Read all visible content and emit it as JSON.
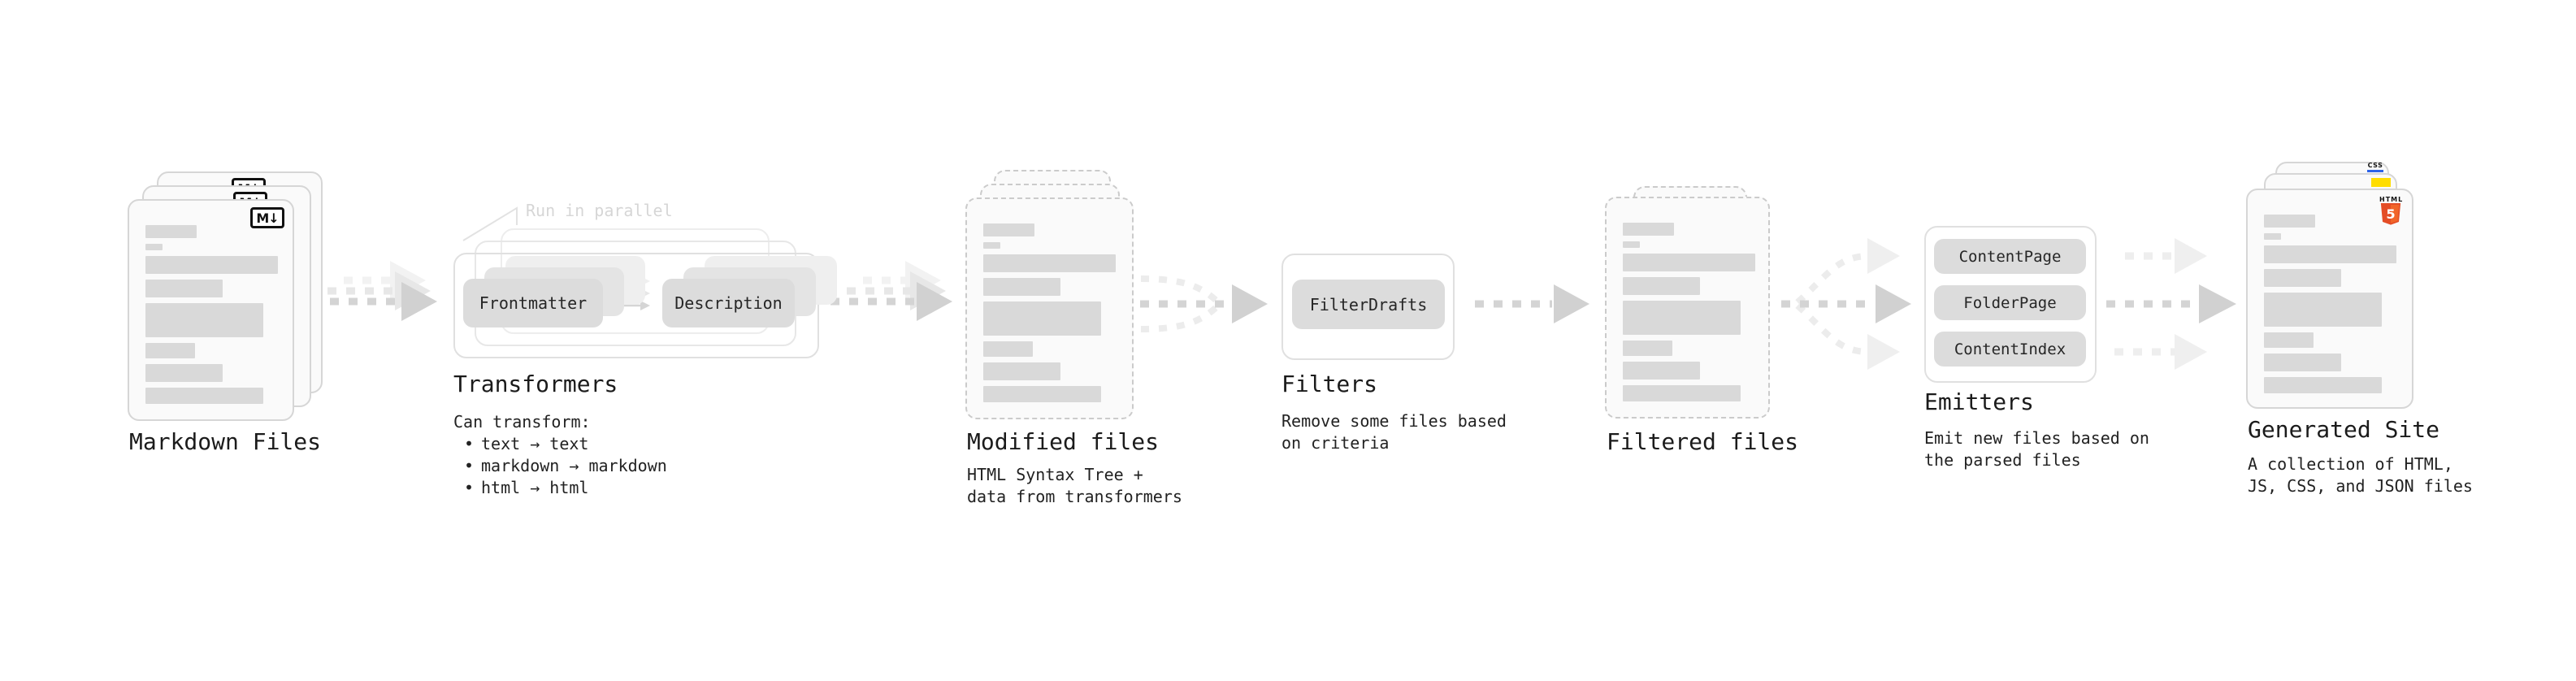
{
  "diagram": {
    "bullet_marker": "•",
    "colors": {
      "arrow_dark": "#d4d4d4",
      "arrow_light": "#ececec",
      "bar_fill": "#d9d9d9",
      "html5_orange": "#e44d26",
      "html5_orange_light": "#f16529",
      "js_yellow": "#ffdd00",
      "css_blue": "#2d63e8"
    },
    "stages": {
      "markdown": {
        "title": "Markdown Files",
        "badge": "M↓"
      },
      "transformers": {
        "title": "Transformers",
        "annotation": "Run in parallel",
        "source_node": "Frontmatter",
        "target_node": "Description",
        "caption": "Can transform:",
        "bullets": [
          "text → text",
          "markdown → markdown",
          "html → html"
        ]
      },
      "modified": {
        "title": "Modified files",
        "lines": [
          "HTML Syntax Tree +",
          "data from transformers"
        ]
      },
      "filters": {
        "title": "Filters",
        "node": "FilterDrafts",
        "lines": [
          "Remove some files based",
          "on criteria"
        ]
      },
      "filtered": {
        "title": "Filtered files"
      },
      "emitters": {
        "title": "Emitters",
        "nodes": [
          "ContentPage",
          "FolderPage",
          "ContentIndex"
        ],
        "lines": [
          "Emit new files based on",
          "the parsed files"
        ]
      },
      "generated": {
        "title": "Generated Site",
        "lines": [
          "A collection of HTML,",
          "JS, CSS, and JSON files"
        ],
        "css_badge": "CSS",
        "html_badge": "HTML",
        "html_number": "5"
      }
    }
  }
}
